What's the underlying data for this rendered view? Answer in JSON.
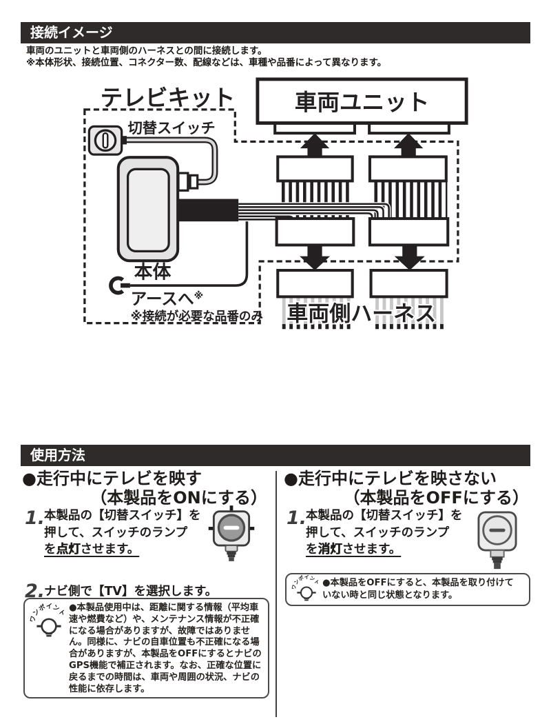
{
  "colors": {
    "bar": "#2e2b2a",
    "ink": "#242021",
    "harness_wire": "#c8c8c8",
    "panel_fill": "#e3e3e3"
  },
  "section1": {
    "title": "接続イメージ",
    "intro_line1": "車両のユニットと車両側のハーネスとの間に接続します。",
    "intro_line2": "※本体形状、接続位置、コネクター数、配線などは、車種や品番によって異なります。",
    "diagram": {
      "kit_label": "テレビキット",
      "switch_label": "切替スイッチ",
      "unit_label": "車両ユニット",
      "body_label": "本体",
      "ground_label": "アースへ",
      "ground_mark": "※",
      "ground_note": "※接続が必要な品番のみ",
      "harness_label": "車両側ハーネス"
    }
  },
  "section2": {
    "title": "使用方法",
    "onepoint_label": "ワンポイント",
    "left": {
      "heading_line1": "●走行中にテレビを映す",
      "heading_line2": "（本製品をONにする）",
      "step1_num": "1.",
      "step1_line1": "本製品の【切替スイッチ】を",
      "step1_line2": "押して、スイッチのランプ",
      "step1_line3_pre": "を",
      "step1_key": "点灯",
      "step1_line3_post": "させます。",
      "step2_num": "2.",
      "step2_text": "ナビ側で【TV】を選択します。",
      "note": "●本製品使用中は、距離に関する情報（平均車速や燃費など）や、メンテナンス情報が不正確になる場合がありますが、故障ではありません。同様に、ナビの自車位置も不正確になる場合がありますが、本製品をOFFにするとナビのGPS機能で補正されます。なお、正確な位置に戻るまでの時間は、車両や周囲の状況、ナビの性能に依存します。"
    },
    "right": {
      "heading_line1": "●走行中にテレビを映さない",
      "heading_line2": "（本製品をOFFにする）",
      "step1_num": "1.",
      "step1_line1": "本製品の【切替スイッチ】を",
      "step1_line2": "押して、スイッチのランプ",
      "step1_line3_pre": "を",
      "step1_key": "消灯",
      "step1_line3_post": "させます。",
      "note": "●本製品をOFFにすると、本製品を取り付けていない時と同じ状態となります。"
    }
  }
}
